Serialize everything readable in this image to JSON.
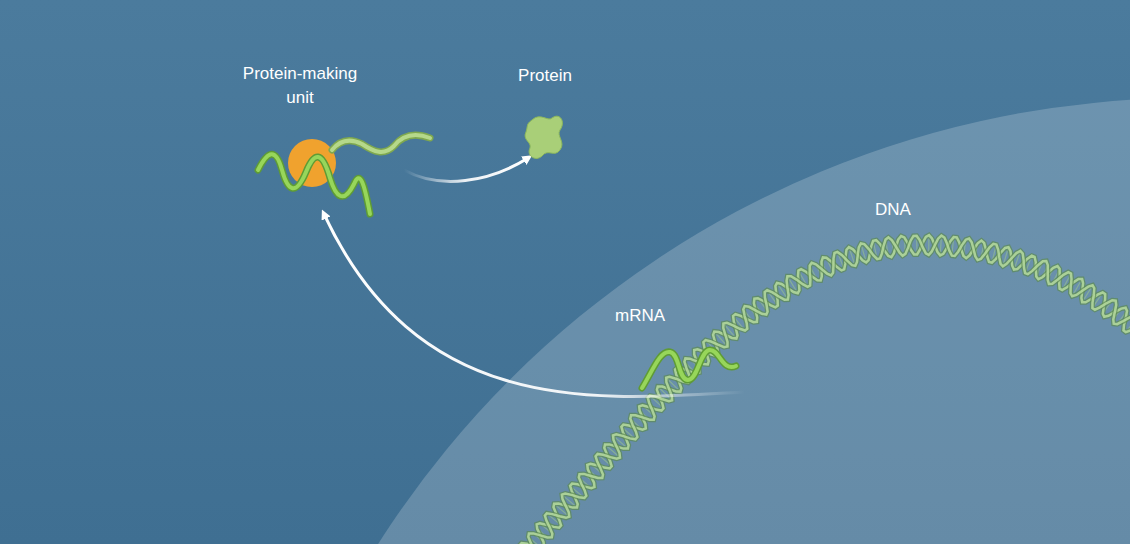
{
  "diagram": {
    "labels": [
      "Protein-making unit",
      "Protein",
      "DNA",
      "mRNA"
    ]
  }
}
